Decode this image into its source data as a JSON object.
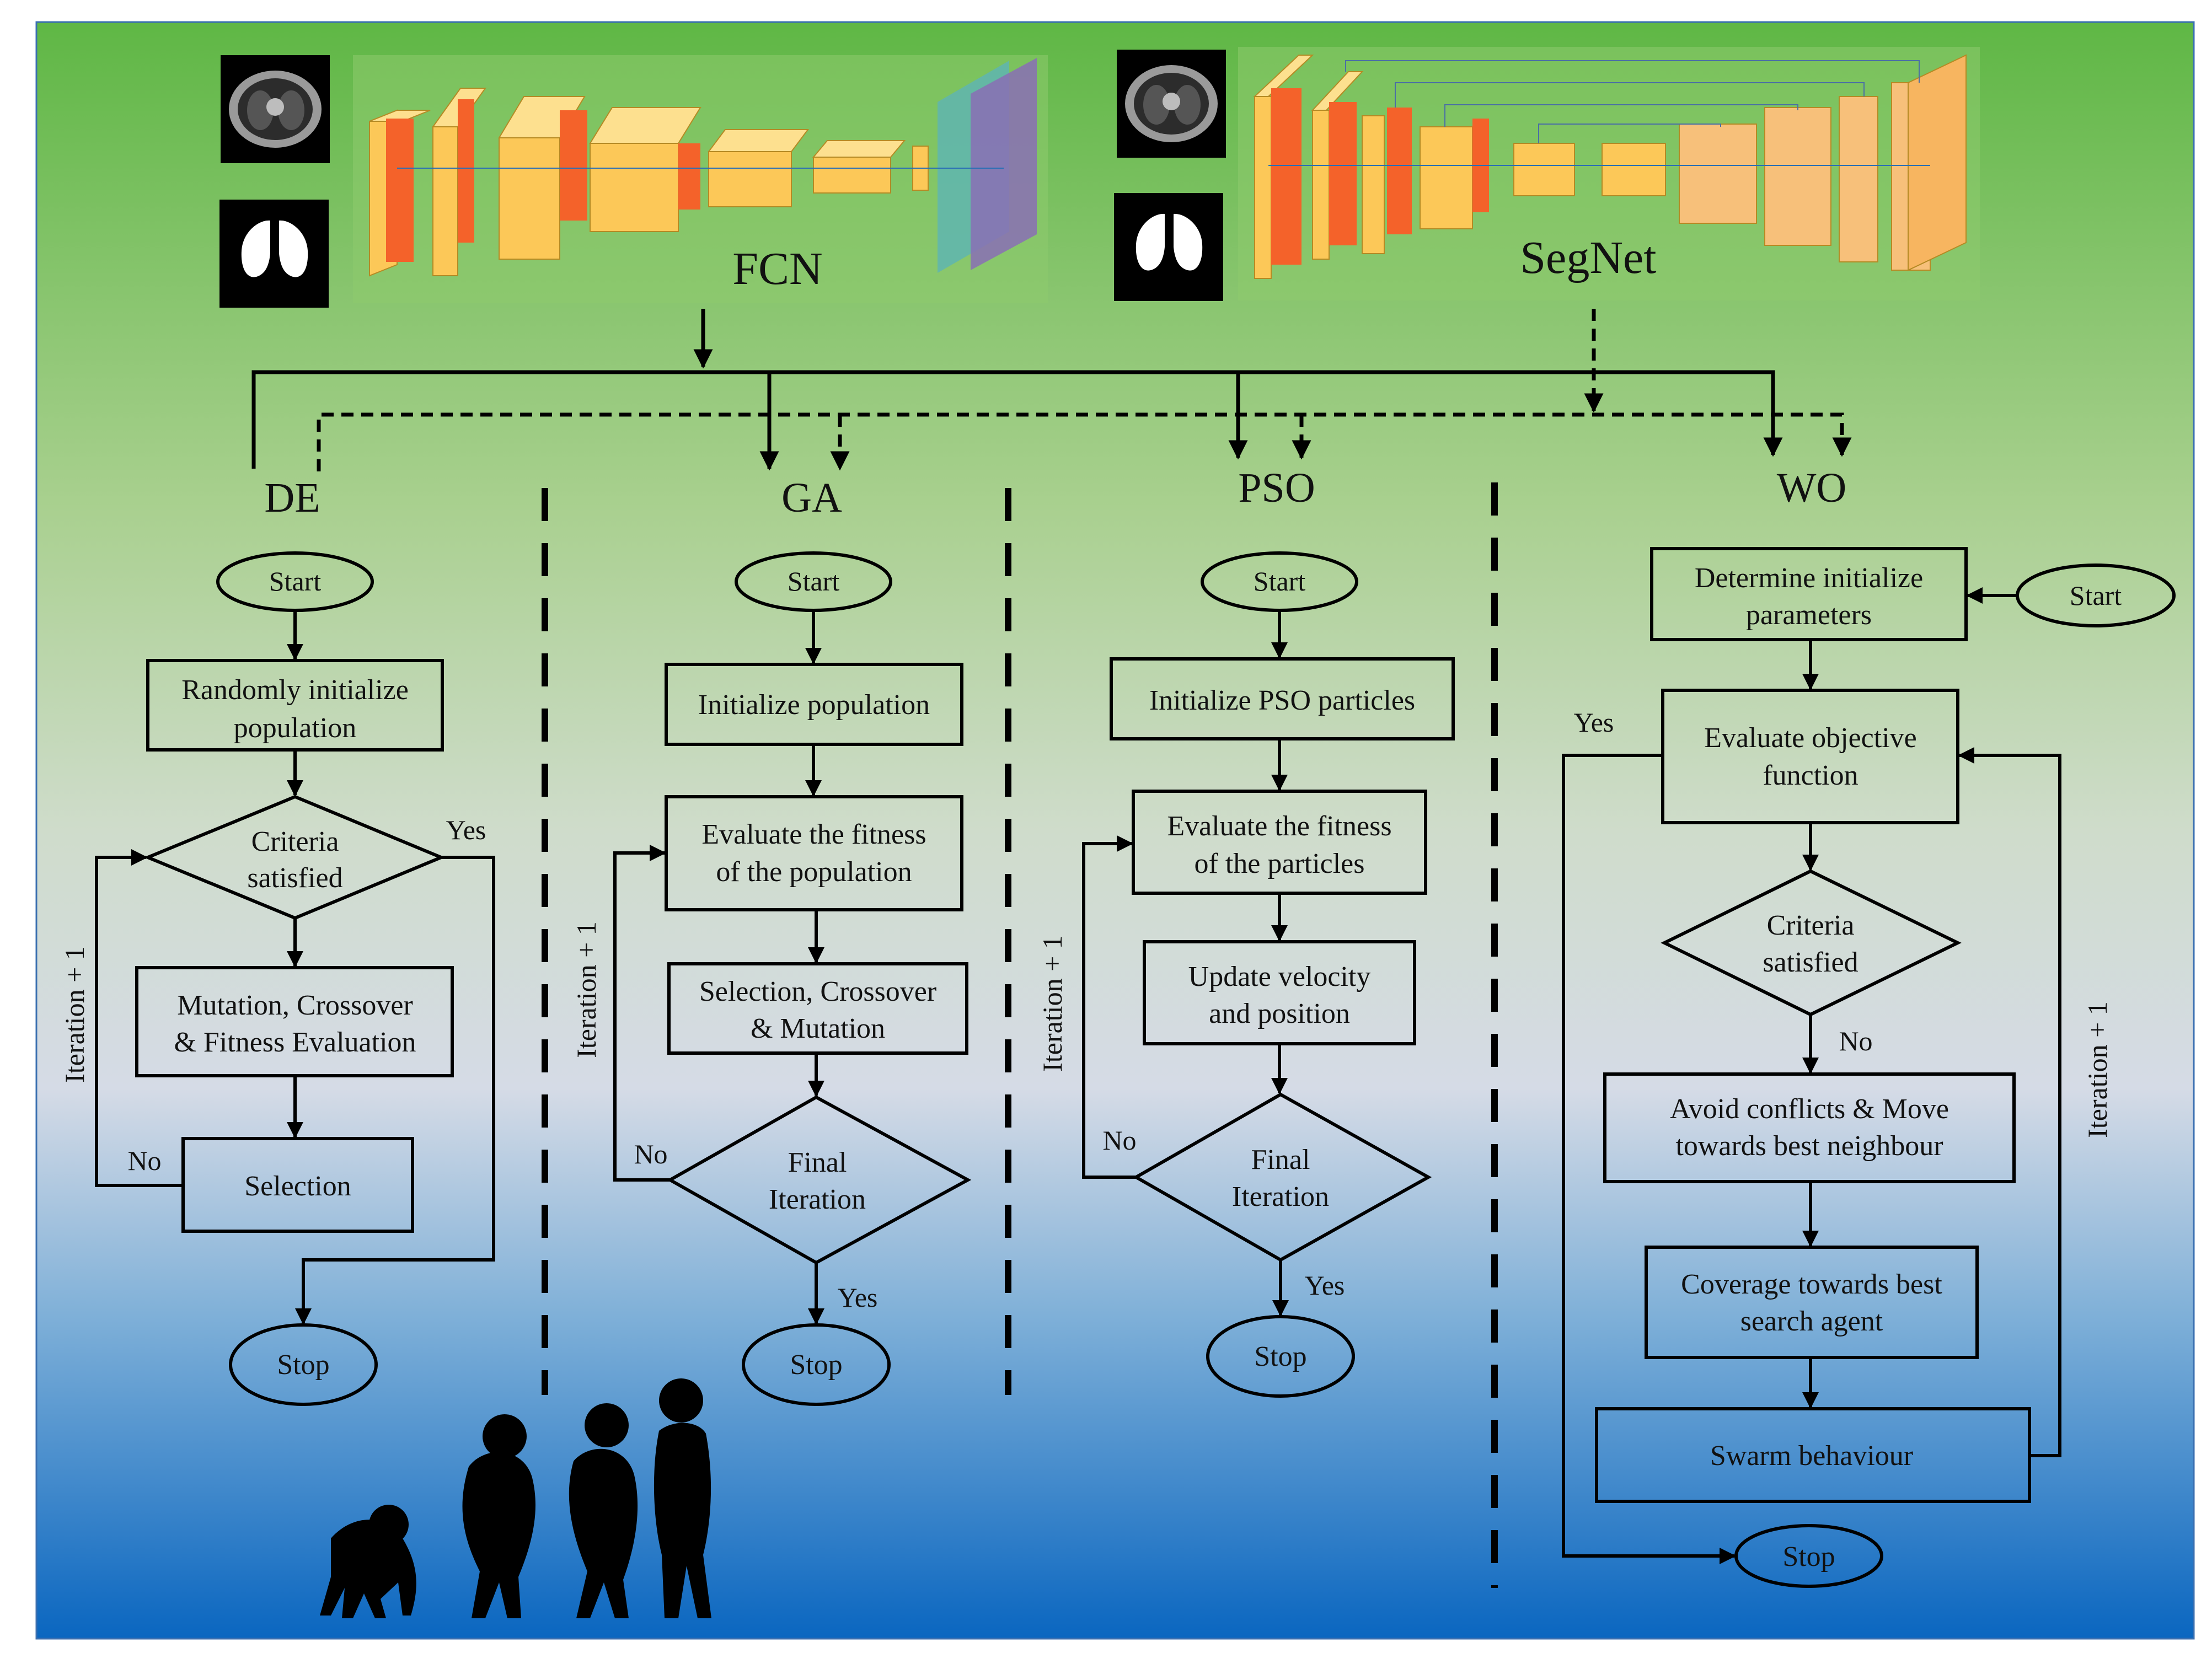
{
  "networks": {
    "fcn": {
      "label": "FCN"
    },
    "segnet": {
      "label": "SegNet"
    }
  },
  "algorithms": {
    "de": {
      "title": "DE",
      "start": "Start",
      "init": [
        "Randomly initialize",
        "population"
      ],
      "criteria": [
        "Criteria",
        "satisfied"
      ],
      "mutation": [
        "Mutation, Crossover",
        "& Fitness Evaluation"
      ],
      "selection": "Selection",
      "stop": "Stop",
      "yes": "Yes",
      "no": "No",
      "iteration": "Iteration + 1"
    },
    "ga": {
      "title": "GA",
      "start": "Start",
      "init": "Initialize population",
      "evaluate": [
        "Evaluate the fitness",
        "of the population"
      ],
      "selection": [
        "Selection, Crossover",
        "& Mutation"
      ],
      "final": [
        "Final",
        "Iteration"
      ],
      "stop": "Stop",
      "yes": "Yes",
      "no": "No",
      "iteration": "Iteration + 1"
    },
    "pso": {
      "title": "PSO",
      "start": "Start",
      "init": "Initialize PSO particles",
      "evaluate": [
        "Evaluate the fitness",
        "of the particles"
      ],
      "update": [
        "Update velocity",
        "and position"
      ],
      "final": [
        "Final",
        "Iteration"
      ],
      "stop": "Stop",
      "yes": "Yes",
      "no": "No",
      "iteration": "Iteration + 1"
    },
    "wo": {
      "title": "WO",
      "start": "Start",
      "determine": [
        "Determine initialize",
        "parameters"
      ],
      "evaluate": [
        "Evaluate objective",
        "function"
      ],
      "criteria": [
        "Criteria",
        "satisfied"
      ],
      "avoid": [
        "Avoid conflicts & Move",
        "towards best neighbour"
      ],
      "coverage": [
        "Coverage towards best",
        "search agent"
      ],
      "swarm": "Swarm behaviour",
      "stop": "Stop",
      "yes": "Yes",
      "no": "No",
      "iteration": "Iteration + 1"
    }
  },
  "colors": {
    "bg_top": "#61b846",
    "bg_mid": "#d6dbe6",
    "bg_bottom": "#0b68c1",
    "layer_orange": "#f4622a",
    "layer_yellow": "#fcc858"
  }
}
